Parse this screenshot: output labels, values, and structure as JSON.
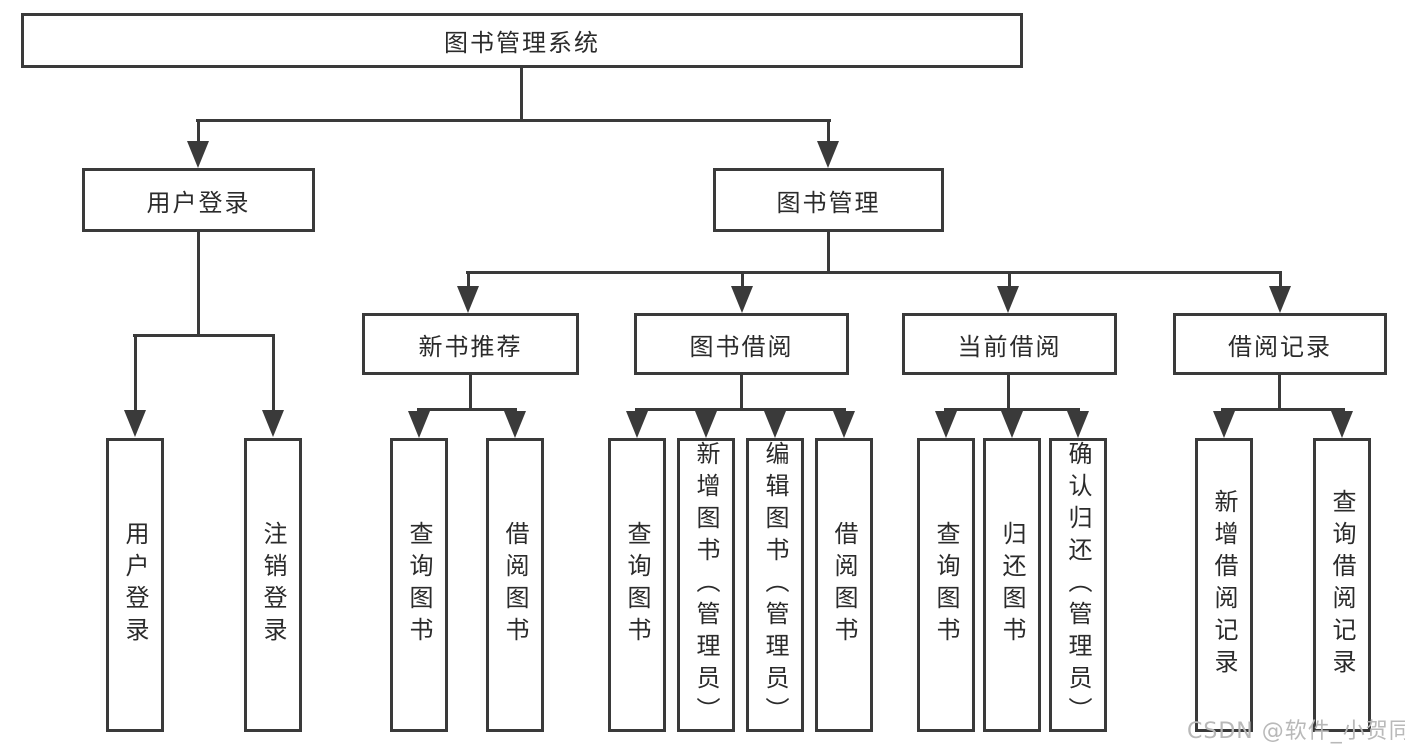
{
  "diagram": {
    "title": "图书管理系统",
    "root": {
      "label": "图书管理系统"
    },
    "level2": [
      "用户登录",
      "图书管理"
    ],
    "level3": [
      "新书推荐",
      "图书借阅",
      "当前借阅",
      "借阅记录"
    ],
    "leaves": {
      "user_login": [
        "用户登录",
        "注销登录"
      ],
      "new_book_recommend": [
        "查询图书",
        "借阅图书"
      ],
      "book_borrowing": [
        "查询图书",
        "新增图书（管理员）",
        "编辑图书（管理员）",
        "借阅图书"
      ],
      "current_borrowing": [
        "查询图书",
        "归还图书",
        "确认归还（管理员）"
      ],
      "borrowing_records": [
        "新增借阅记录",
        "查询借阅记录"
      ]
    },
    "watermark": "CSDN @软件_小贺同学",
    "colors": {
      "line": "#3a3a3a",
      "text": "#2b2b2b",
      "watermark": "#b9b9b9",
      "background": "#ffffff"
    }
  }
}
